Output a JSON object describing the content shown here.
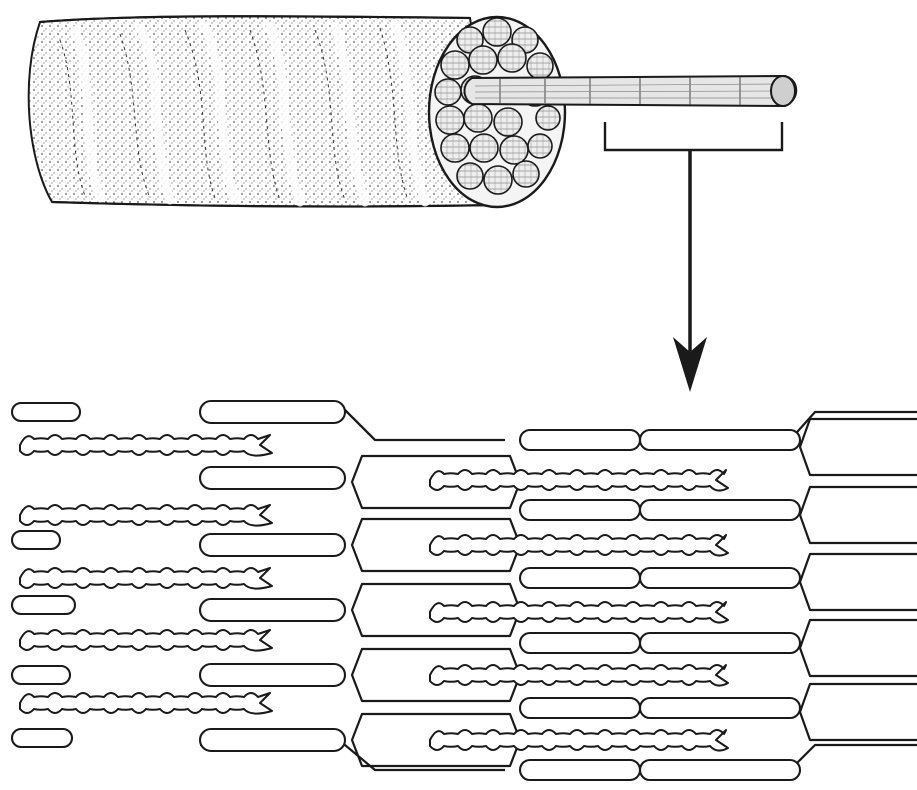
{
  "figure": {
    "kind": "muscle-fiber-to-sarcomere-illustration",
    "labels": [],
    "colors": {
      "ink": "#1a1a1a",
      "stipple": "#555555",
      "fill": "#ffffff",
      "shade": "#e6e6e6"
    },
    "parts": {
      "muscle": "muscle-bundle",
      "fibrils": "myofibril-bundle-cross-section",
      "myofibril": "single-myofibril",
      "bracket": "zoom-bracket",
      "arrow": "zoom-arrow",
      "thin": "thin-filaments-actin",
      "thick": "thick-filaments-myosin",
      "zdisc": "z-disc-lattice"
    }
  }
}
